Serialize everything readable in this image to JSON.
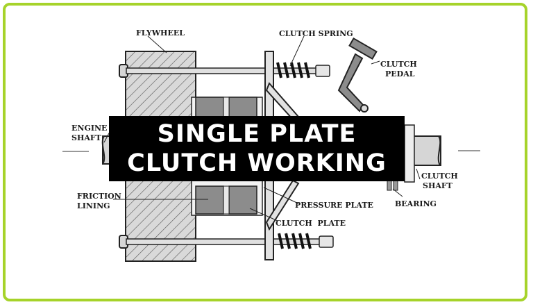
{
  "banner": {
    "line1": "SINGLE PLATE",
    "line2": "CLUTCH WORKING"
  },
  "labels": {
    "flywheel": "FLYWHEEL",
    "clutch_spring": "CLUTCH SPRING",
    "clutch_pedal_1": "CLUTCH",
    "clutch_pedal_2": "PEDAL",
    "engine_shaft_1": "ENGINE",
    "engine_shaft_2": "SHAFT",
    "clutch_shaft_1": "CLUTCH",
    "clutch_shaft_2": "SHAFT",
    "friction_lining_1": "FRICTION",
    "friction_lining_2": "LINING",
    "pressure_plate": "PRESSURE PLATE",
    "bearing": "BEARING",
    "clutch_plate": "CLUTCH  PLATE"
  },
  "colors": {
    "frame_border": "#a6d32a",
    "banner_bg": "#000000",
    "banner_text": "#ffffff",
    "metal_fill": "#d6d6d6",
    "lining_fill": "#8c8c8c"
  }
}
